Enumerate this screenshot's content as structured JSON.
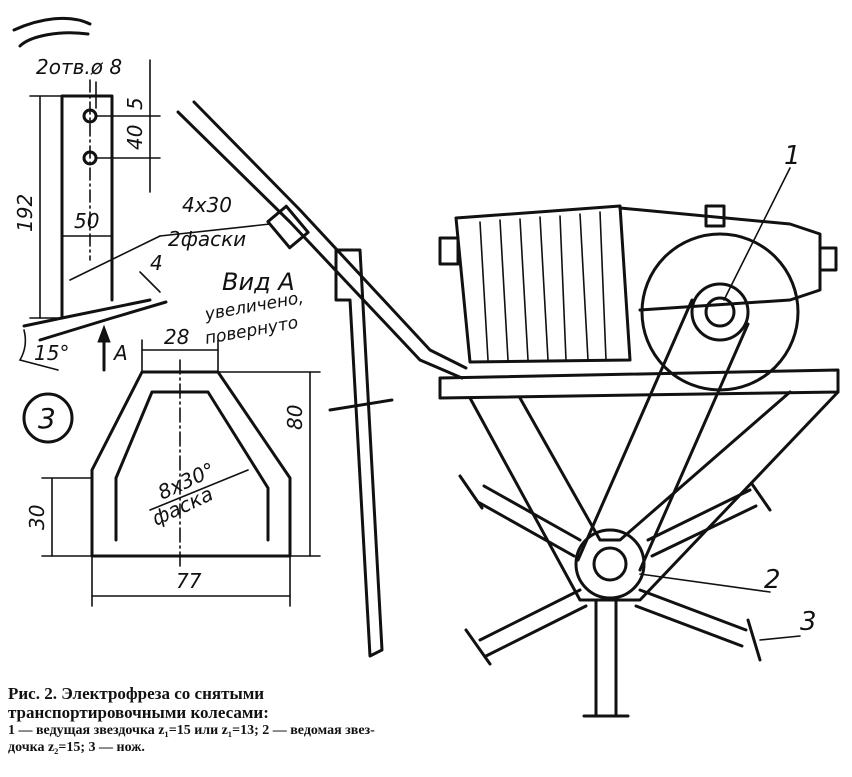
{
  "figure": {
    "caption_title_line1": "Рис. 2. Электрофреза со снятыми",
    "caption_title_line2": "транспортировочными колесами:",
    "legend_line1": "1 — ведущая звездочка z₁=15 или z₁=13; 2 — ведомая звез-",
    "legend_line2": "дочка z₂=15; 3 — нож."
  },
  "detail_bracket": {
    "holes_label": "2отв.ø 8",
    "dim_40": "40",
    "dim_5": "5",
    "dim_192": "192",
    "dim_50": "50",
    "chamfer_size": "4x30",
    "chamfer_label": "2фаски",
    "dim_4": "4",
    "angle_15": "15°",
    "view_arrow_label": "A",
    "view_label": "Вид А",
    "view_note_line1": "увеличено,",
    "view_note_line2": "повернуто"
  },
  "detail_knife": {
    "number": "3",
    "dim_28": "28",
    "dim_80": "80",
    "dim_30": "30",
    "dim_77": "77",
    "chamfer_size": "8x30°",
    "chamfer_label": "фаска"
  },
  "callouts": {
    "c1": "1",
    "c2": "2",
    "c3": "3"
  }
}
